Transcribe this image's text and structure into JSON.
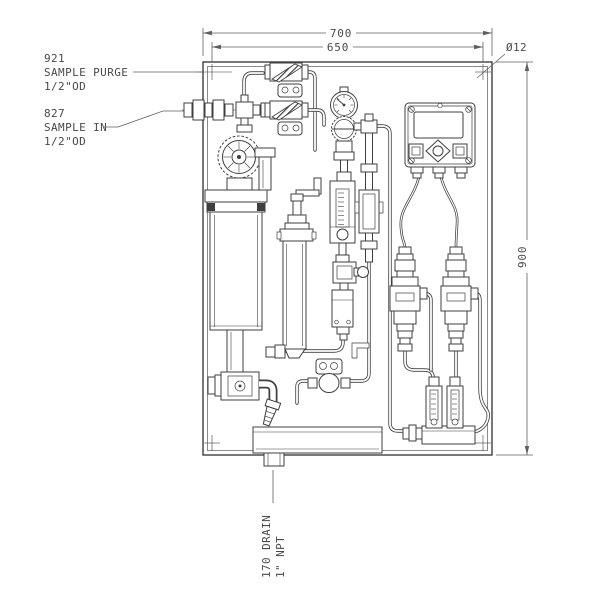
{
  "drawing": {
    "title": "sample-panel-outline-drawing",
    "dimensions": {
      "overall_width": "700",
      "hole_spacing_width": "650",
      "overall_height": "900",
      "mounting_hole_diameter": "Ø12"
    },
    "callouts": {
      "purge": {
        "code": "921",
        "label": "SAMPLE PURGE",
        "size": "1/2\"OD"
      },
      "sample_in": {
        "code": "827",
        "label": "SAMPLE IN",
        "size": "1/2\"OD"
      },
      "drain": {
        "label": "170 DRAIN",
        "size": "1\" NPT"
      }
    },
    "colors": {
      "line": "#3f3f3f",
      "dimension": "#5f5f5f",
      "text": "#4a4a4a",
      "background": "#ffffff"
    }
  }
}
